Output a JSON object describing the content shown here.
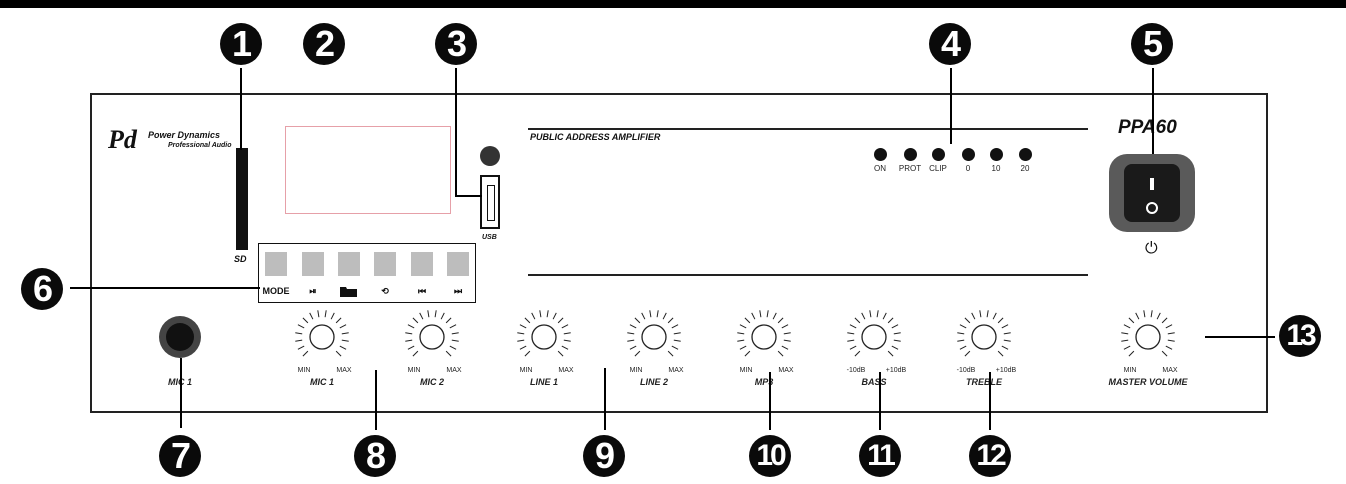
{
  "callouts": [
    "1",
    "2",
    "3",
    "4",
    "5",
    "6",
    "7",
    "8",
    "9",
    "10",
    "11",
    "12",
    "13"
  ],
  "brand": {
    "name": "Power Dynamics",
    "tagline": "Professional Audio"
  },
  "panel_title": "PUBLIC ADDRESS AMPLIFIER",
  "model": "PPA60",
  "sd_label": "SD",
  "usb_label": "USB",
  "indicators": [
    "ON",
    "PROT",
    "CLIP",
    "0",
    "10",
    "20"
  ],
  "power_symbol": "⏻",
  "switch_marks": {
    "on": "I",
    "off": "O"
  },
  "player_buttons": [
    "MODE",
    "⏯",
    "folder",
    "⟲",
    "⏮",
    "⏭"
  ],
  "mic_jack_label": "MIC 1",
  "knobs": [
    {
      "label": "MIC 1",
      "min": "MIN",
      "max": "MAX"
    },
    {
      "label": "MIC 2",
      "min": "MIN",
      "max": "MAX"
    },
    {
      "label": "LINE 1",
      "min": "MIN",
      "max": "MAX"
    },
    {
      "label": "LINE 2",
      "min": "MIN",
      "max": "MAX"
    },
    {
      "label": "MP3",
      "min": "MIN",
      "max": "MAX"
    },
    {
      "label": "BASS",
      "min": "-10dB",
      "max": "+10dB"
    },
    {
      "label": "TREBLE",
      "min": "-10dB",
      "max": "+10dB"
    },
    {
      "label": "MASTER VOLUME",
      "min": "MIN",
      "max": "MAX"
    }
  ]
}
